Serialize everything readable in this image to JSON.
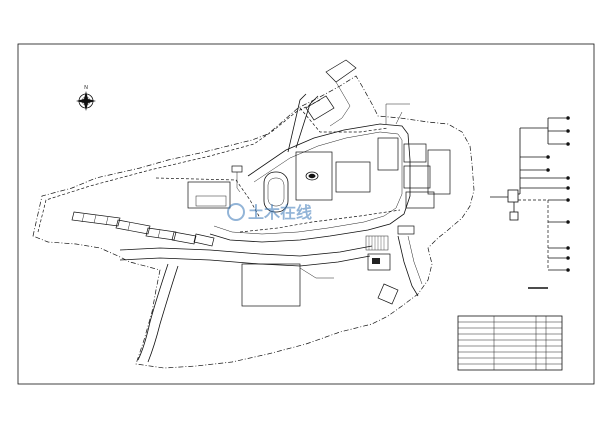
{
  "drawing": {
    "type": "site plan (line drawing)",
    "line_color": "#111111",
    "background_color": "#ffffff"
  },
  "north_arrow": {
    "label": "N"
  },
  "watermark": {
    "text": "土木在线",
    "color": "#3a78b8"
  },
  "legend_table": {
    "rows": 9
  }
}
